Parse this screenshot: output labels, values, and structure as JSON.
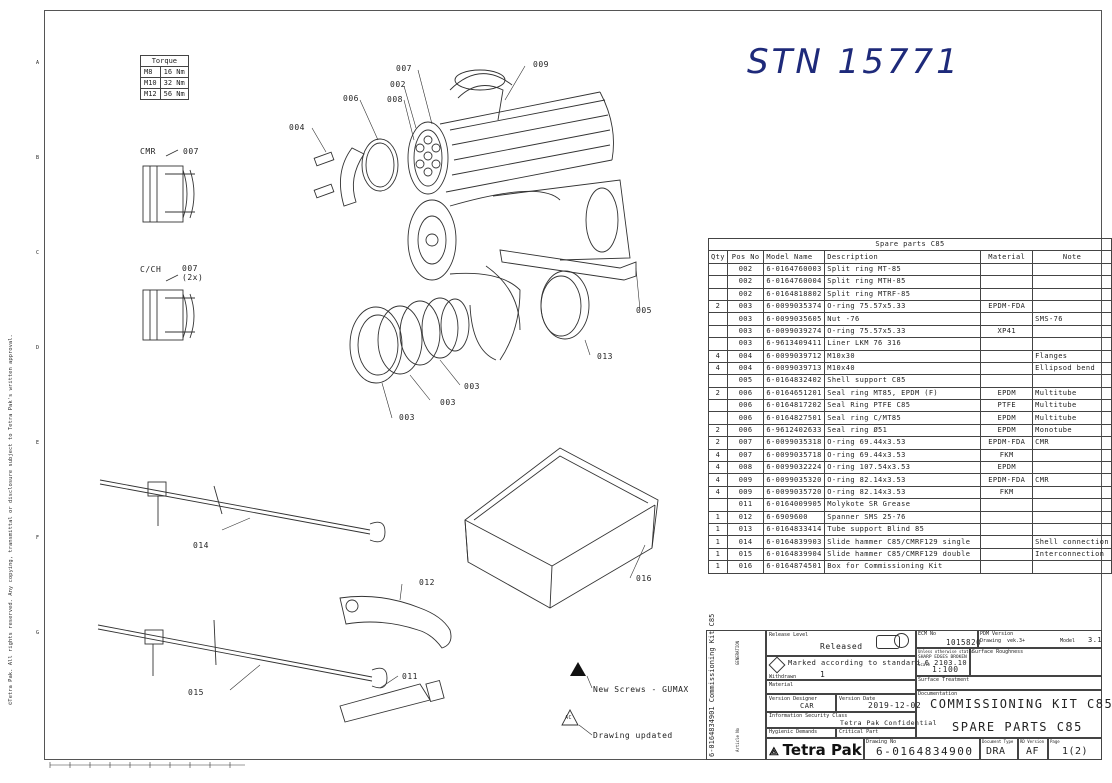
{
  "handwritten_note": "STN 15771",
  "torque": {
    "title": "Torque",
    "rows": [
      [
        "M8",
        "16 Nm"
      ],
      [
        "M10",
        "32 Nm"
      ],
      [
        "M12",
        "56 Nm"
      ]
    ]
  },
  "labels": {
    "cmr": "CMR",
    "cmr_pos": "007",
    "ch": "C/CH",
    "ch_pos": "007",
    "ch_qty": "(2x)"
  },
  "callouts": {
    "c007": "007",
    "c009": "009",
    "c002": "002",
    "c006": "006",
    "c008": "008",
    "c004": "004",
    "c005": "005",
    "c013": "013",
    "c003a": "003",
    "c003b": "003",
    "c003c": "003",
    "c014": "014",
    "c012": "012",
    "c016": "016",
    "c015": "015",
    "c011": "011"
  },
  "notes": {
    "new_screws": "New Screws - GUMAX",
    "drawing_updated": "Drawing updated",
    "revision_mark": "AC"
  },
  "parts_table": {
    "title": "Spare parts C85",
    "headers": [
      "Qty",
      "Pos No",
      "Model Name",
      "Description",
      "Material",
      "Note"
    ],
    "rows": [
      [
        "",
        "002",
        "6-0164760003",
        "Split ring MT-85",
        "",
        ""
      ],
      [
        "",
        "002",
        "6-0164760004",
        "Split ring MTH-85",
        "",
        ""
      ],
      [
        "",
        "002",
        "6-0164818802",
        "Split ring MTRF-85",
        "",
        ""
      ],
      [
        "2",
        "003",
        "6-0099035374",
        "O-ring 75.57x5.33",
        "EPDM-FDA",
        ""
      ],
      [
        "",
        "003",
        "6-0099035605",
        "Nut -76",
        "",
        "SMS-76"
      ],
      [
        "",
        "003",
        "6-0099039274",
        "O-ring 75.57x5.33",
        "XP41",
        ""
      ],
      [
        "",
        "003",
        "6-9613409411",
        "Liner LKM 76 316",
        "",
        ""
      ],
      [
        "4",
        "004",
        "6-0099039712",
        "M10x30",
        "",
        "Flanges"
      ],
      [
        "4",
        "004",
        "6-0099039713",
        "M10x40",
        "",
        "Ellipsod bend"
      ],
      [
        "",
        "005",
        "6-0164832402",
        "Shell support C85",
        "",
        ""
      ],
      [
        "2",
        "006",
        "6-0164651201",
        "Seal ring MT85, EPDM (F)",
        "EPDM",
        "Multitube"
      ],
      [
        "",
        "006",
        "6-0164817202",
        "Seal Ring PTFE C85",
        "PTFE",
        "Multitube"
      ],
      [
        "",
        "006",
        "6-0164827501",
        "Seal ring C/MT85",
        "EPDM",
        "Multitube"
      ],
      [
        "2",
        "006",
        "6-9612402633",
        "Seal ring Ø51",
        "EPDM",
        "Monotube"
      ],
      [
        "2",
        "007",
        "6-0099035318",
        "O-ring 69.44x3.53",
        "EPDM-FDA",
        "CMR"
      ],
      [
        "4",
        "007",
        "6-0099035718",
        "O-ring 69.44x3.53",
        "FKM",
        ""
      ],
      [
        "4",
        "008",
        "6-0099032224",
        "O-ring 107.54x3.53",
        "EPDM",
        ""
      ],
      [
        "4",
        "009",
        "6-0099035320",
        "O-ring 82.14x3.53",
        "EPDM-FDA",
        "CMR"
      ],
      [
        "4",
        "009",
        "6-0099035720",
        "O-ring 82.14x3.53",
        "FKM",
        ""
      ],
      [
        "",
        "011",
        "6-0164009905",
        "Molykote SR Grease",
        "",
        ""
      ],
      [
        "1",
        "012",
        "6-6909600",
        "Spanner SMS 25-76",
        "",
        ""
      ],
      [
        "1",
        "013",
        "6-0164833414",
        "Tube support Blind 85",
        "",
        ""
      ],
      [
        "1",
        "014",
        "6-0164839903",
        "Slide hammer C85/CMRF129 single",
        "",
        "Shell connection"
      ],
      [
        "1",
        "015",
        "6-0164839904",
        "Slide hammer C85/CMRF129 double",
        "",
        "Interconnection"
      ],
      [
        "1",
        "016",
        "6-0164874501",
        "Box for Commissioning Kit",
        "",
        ""
      ]
    ]
  },
  "title_block": {
    "release_level_label": "Release Level",
    "release_level": "Released",
    "marked": "Marked according to standard 6 2103.10",
    "withdrawn_label": "Withdrawn",
    "withdrawn": "1",
    "material_label": "Material",
    "version_designer_label": "Version Designer",
    "version_designer": "CAR",
    "version_date_label": "Version Date",
    "version_date": "2019-12-02",
    "infosec_label": "Information Security Class",
    "infosec": "Tetra Pak Confidential",
    "hygienic_label": "Hygienic Demands",
    "critical_label": "Critical Part",
    "ecm_label": "ECM No",
    "ecm": "1015820",
    "pdm_label": "PDM Version",
    "pdm_drawing": "Drawing",
    "pdm_ver": "vek.3+",
    "pdm_model_label": "Model",
    "pdm_model": "3.1",
    "unless_label": "Unless otherwise stated",
    "edges": "SHARP EDGES BROKEN",
    "surface_label": "Surface Roughness",
    "scale_label": "Scale",
    "scale": "1:100",
    "treatment_label": "Surface Treatment",
    "documentation_label": "Documentation",
    "title1": "COMMISSIONING KIT C85",
    "title2": "SPARE PARTS C85",
    "drawing_no_label": "Drawing No",
    "drawing_no": "6-0164834900",
    "doc_type_label": "Document Type",
    "doc_type": "DRA",
    "rd_label": "RD Version",
    "rd": "AF",
    "page_label": "Page",
    "page": "1(2)",
    "brand": "Tetra Pak",
    "side_title": "6-0164834901 Commissioning Kit C85",
    "generation_label": "GENERATION",
    "article_label": "Article No"
  },
  "margin_note": "©Tetra Pak. All rights reserved. Any copying, transmittal or disclosure subject to Tetra Pak's written approval.",
  "zone_letters": [
    "A",
    "B",
    "C",
    "D",
    "E",
    "F",
    "G"
  ]
}
